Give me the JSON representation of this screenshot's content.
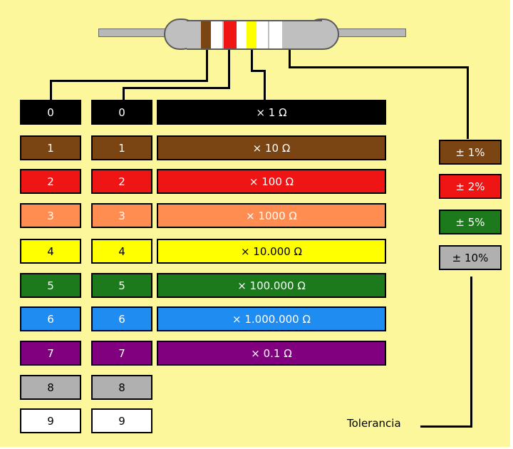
{
  "digit_columns": [
    {
      "rows": [
        {
          "label": "0",
          "color": "#000000"
        },
        {
          "label": "1",
          "color": "#7b4513"
        },
        {
          "label": "2",
          "color": "#f01515"
        },
        {
          "label": "3",
          "color": "#ff8c50"
        },
        {
          "label": "4",
          "color": "#ffff00"
        },
        {
          "label": "5",
          "color": "#1c7a1c"
        },
        {
          "label": "6",
          "color": "#1e8cf0"
        },
        {
          "label": "7",
          "color": "#800080"
        },
        {
          "label": "8",
          "color": "#b0b0b0"
        },
        {
          "label": "9",
          "color": "#ffffff"
        }
      ]
    },
    {
      "rows": [
        {
          "label": "0",
          "color": "#000000"
        },
        {
          "label": "1",
          "color": "#7b4513"
        },
        {
          "label": "2",
          "color": "#f01515"
        },
        {
          "label": "3",
          "color": "#ff8c50"
        },
        {
          "label": "4",
          "color": "#ffff00"
        },
        {
          "label": "5",
          "color": "#1c7a1c"
        },
        {
          "label": "6",
          "color": "#1e8cf0"
        },
        {
          "label": "7",
          "color": "#800080"
        },
        {
          "label": "8",
          "color": "#b0b0b0"
        },
        {
          "label": "9",
          "color": "#ffffff"
        }
      ]
    }
  ],
  "multipliers": [
    {
      "label": "× 1 Ω",
      "color": "#000000"
    },
    {
      "label": "×  10 Ω",
      "color": "#7b4513"
    },
    {
      "label": "×  100 Ω",
      "color": "#f01515"
    },
    {
      "label": "×  1000 Ω",
      "color": "#ff8c50"
    },
    {
      "label": "×  10.000 Ω",
      "color": "#ffff00"
    },
    {
      "label": "×  100.000 Ω",
      "color": "#1c7a1c"
    },
    {
      "label": "×  1.000.000 Ω",
      "color": "#1e8cf0"
    },
    {
      "label": "×  0.1  Ω",
      "color": "#800080"
    }
  ],
  "tolerances": [
    {
      "label": "± 1%",
      "color": "#7b4513"
    },
    {
      "label": "± 2%",
      "color": "#f01515"
    },
    {
      "label": "± 5%",
      "color": "#1c7a1c"
    },
    {
      "label": "± 10%",
      "color": "#b0b0b0"
    }
  ],
  "tolerance_caption": "Tolerancia",
  "resistor_bands": [
    {
      "name": "digit-1",
      "color": "#7b4513"
    },
    {
      "name": "gap",
      "color": "#ffffff"
    },
    {
      "name": "digit-2",
      "color": "#f01515"
    },
    {
      "name": "gap",
      "color": "#ffffff"
    },
    {
      "name": "multiplier",
      "color": "#ffff00"
    },
    {
      "name": "gap",
      "color": "#ffffff"
    },
    {
      "name": "tolerance",
      "color": "#ffffff"
    }
  ]
}
